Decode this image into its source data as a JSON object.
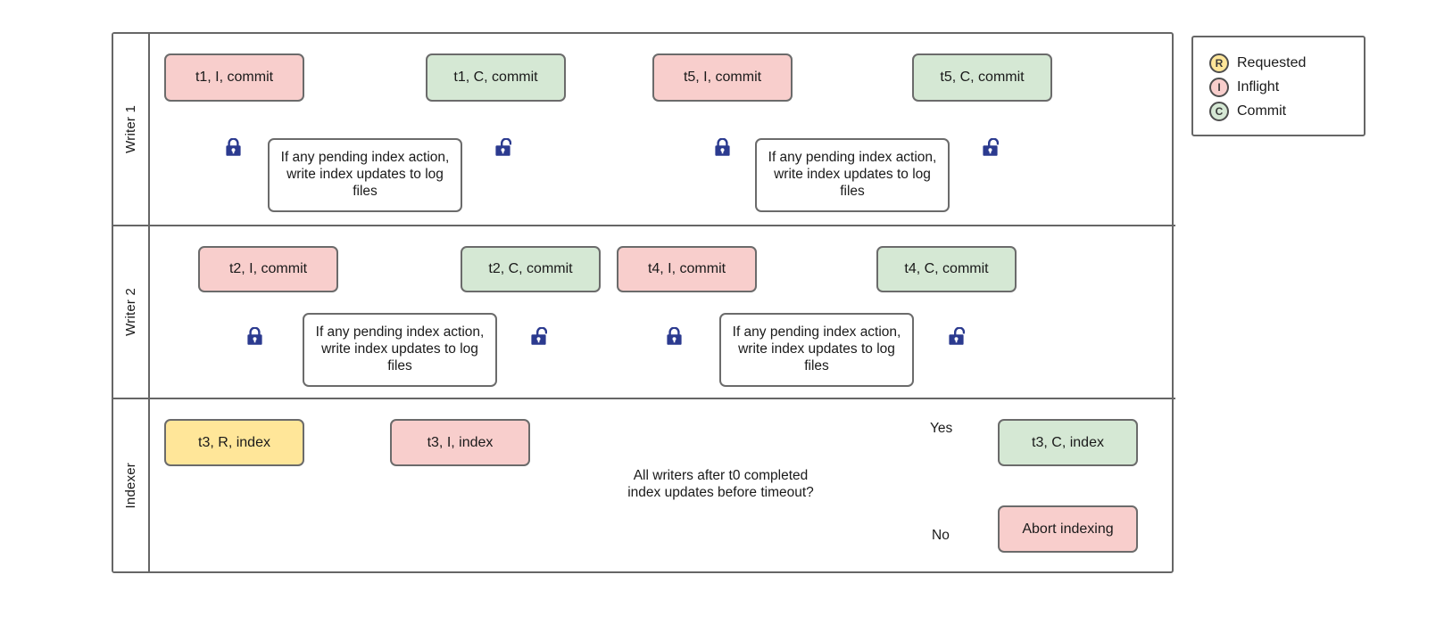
{
  "diagram": {
    "title": "Writer/Indexer concurrency swimlane",
    "colors": {
      "inflight_fill": "#f8cecc",
      "commit_fill": "#d5e8d4",
      "requested_fill": "#ffe699",
      "plain_fill": "#ffffff",
      "border": "#666666",
      "lock": "#2b3a8f"
    }
  },
  "lanes": [
    {
      "label": "Writer 1"
    },
    {
      "label": "Writer 2"
    },
    {
      "label": "Indexer"
    }
  ],
  "writer1": {
    "t1_inflight": "t1, I, commit",
    "t1_commit": "t1, C, commit",
    "t5_inflight": "t5, I, commit",
    "t5_commit": "t5, C, commit",
    "index_action_a": "If any pending index action, write index updates to log files",
    "index_action_b": "If any pending index action, write index updates to log files",
    "lock_a": "lock-closed-icon",
    "unlock_a": "lock-open-icon",
    "lock_b": "lock-closed-icon",
    "unlock_b": "lock-open-icon"
  },
  "writer2": {
    "t2_inflight": "t2, I, commit",
    "t2_commit": "t2, C, commit",
    "t4_inflight": "t4, I, commit",
    "t4_commit": "t4, C, commit",
    "index_action_a": "If any pending index action, write index updates to log files",
    "index_action_b": "If any pending index action, write index updates to log files",
    "lock_a": "lock-closed-icon",
    "unlock_a": "lock-open-icon",
    "lock_b": "lock-closed-icon",
    "unlock_b": "lock-open-icon"
  },
  "indexer": {
    "t3_requested": "t3, R, index",
    "t3_inflight": "t3, I, index",
    "decision": "All writers after t0 completed index updates before timeout?",
    "yes_label": "Yes",
    "no_label": "No",
    "t3_commit": "t3, C, index",
    "abort": "Abort indexing"
  },
  "legend": {
    "items": [
      {
        "badge": "R",
        "label": "Requested"
      },
      {
        "badge": "I",
        "label": "Inflight"
      },
      {
        "badge": "C",
        "label": "Commit"
      }
    ]
  }
}
